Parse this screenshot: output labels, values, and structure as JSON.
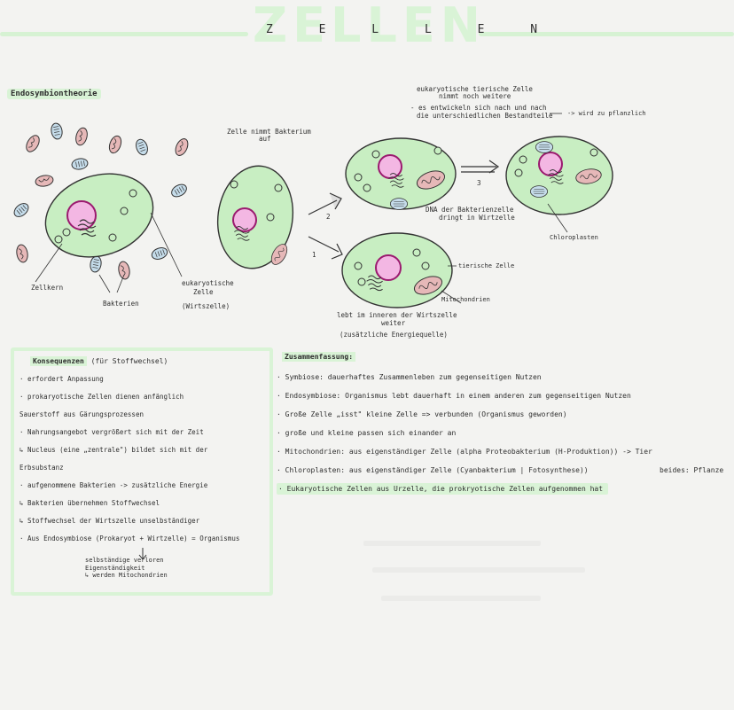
{
  "page": {
    "title": "ZELLEN",
    "title_spaced": "Z E L L E N"
  },
  "diagram": {
    "heading": "Endosymbiontheorie",
    "step_top_note_1": "eukaryotische tierische Zelle",
    "step_top_note_2": "nimmt noch weitere",
    "step_top_note_3": "- es entwickeln sich nach und nach",
    "step_top_note_4": "die unterschiedlichen Bestandteile",
    "to_plant": "-> wird zu pflanzlich",
    "takes_bacterium_1": "Zelle nimmt Bakterium",
    "takes_bacterium_2": "auf",
    "label_nucleus": "Zellkern",
    "label_bacteria": "Bakterien",
    "label_eukaryote_1": "eukaryotische",
    "label_eukaryote_2": "Zelle",
    "label_eukaryote_3": "(Wirtszelle)",
    "arrow_1": "1",
    "arrow_2": "2",
    "arrow_3": "3",
    "dna_note_1": "DNA der Bakterienzelle",
    "dna_note_2": "dringt in Wirtzelle",
    "label_chloroplast": "Chloroplasten",
    "label_animal_cell": "tierische Zelle",
    "label_mitochondria": "Mitochondrien",
    "lives_inside_1": "lebt im inneren der Wirtszelle",
    "lives_inside_2": "weiter",
    "lives_inside_3": "(zusätzliche Energiequelle)"
  },
  "consequences": {
    "title": "Konsequenzen",
    "subtitle": "(für Stoffwechsel)",
    "items": [
      "· erfordert Anpassung",
      "· prokaryotische Zellen dienen anfänglich",
      "  Sauerstoff aus Gärungsprozessen",
      "· Nahrungsangebot vergrößert sich mit der Zeit",
      "↳ Nucleus (eine „zentrale\") bildet sich mit der",
      "  Erbsubstanz",
      "· aufgenommene Bakterien -> zusätzliche Energie",
      "↳ Bakterien übernehmen Stoffwechsel",
      "↳ Stoffwechsel der Wirtszelle unselbständiger",
      "· Aus Endosymbiose (Prokaryot + Wirtzelle) = Organismus"
    ],
    "foot_1": "selbständige verloren",
    "foot_2": "Eigenständigkeit",
    "foot_3": "↳ werden Mitochondrien"
  },
  "summary": {
    "title": "Zusammenfassung:",
    "rows": [
      "· Symbiose: dauerhaftes Zusammenleben zum gegenseitigen Nutzen",
      "· Endosymbiose: Organismus lebt dauerhaft in einem anderen zum gegenseitigen Nutzen",
      "· Große Zelle „isst\" kleine Zelle => verbunden (Organismus geworden)",
      "· große und kleine passen sich einander an",
      "· Mitochondrien: aus eigenständiger Zelle (alpha Proteobakterium (H-Produktion)) -> Tier",
      "· Chloroplasten: aus eigenständiger Zelle (Cyanbakterium | Fotosynthese))",
      "· Eukaryotische Zellen aus Urzelle, die prokryotische Zellen aufgenommen hat"
    ],
    "both_note": "beides: Pflanze"
  },
  "colors": {
    "accent": "#d9f3d6",
    "cell_fill": "#c8eec2",
    "nucleus": "#f3b7e3",
    "bacteria_red": "#d9a3a3",
    "bacteria_blue": "#b9d4e6"
  }
}
